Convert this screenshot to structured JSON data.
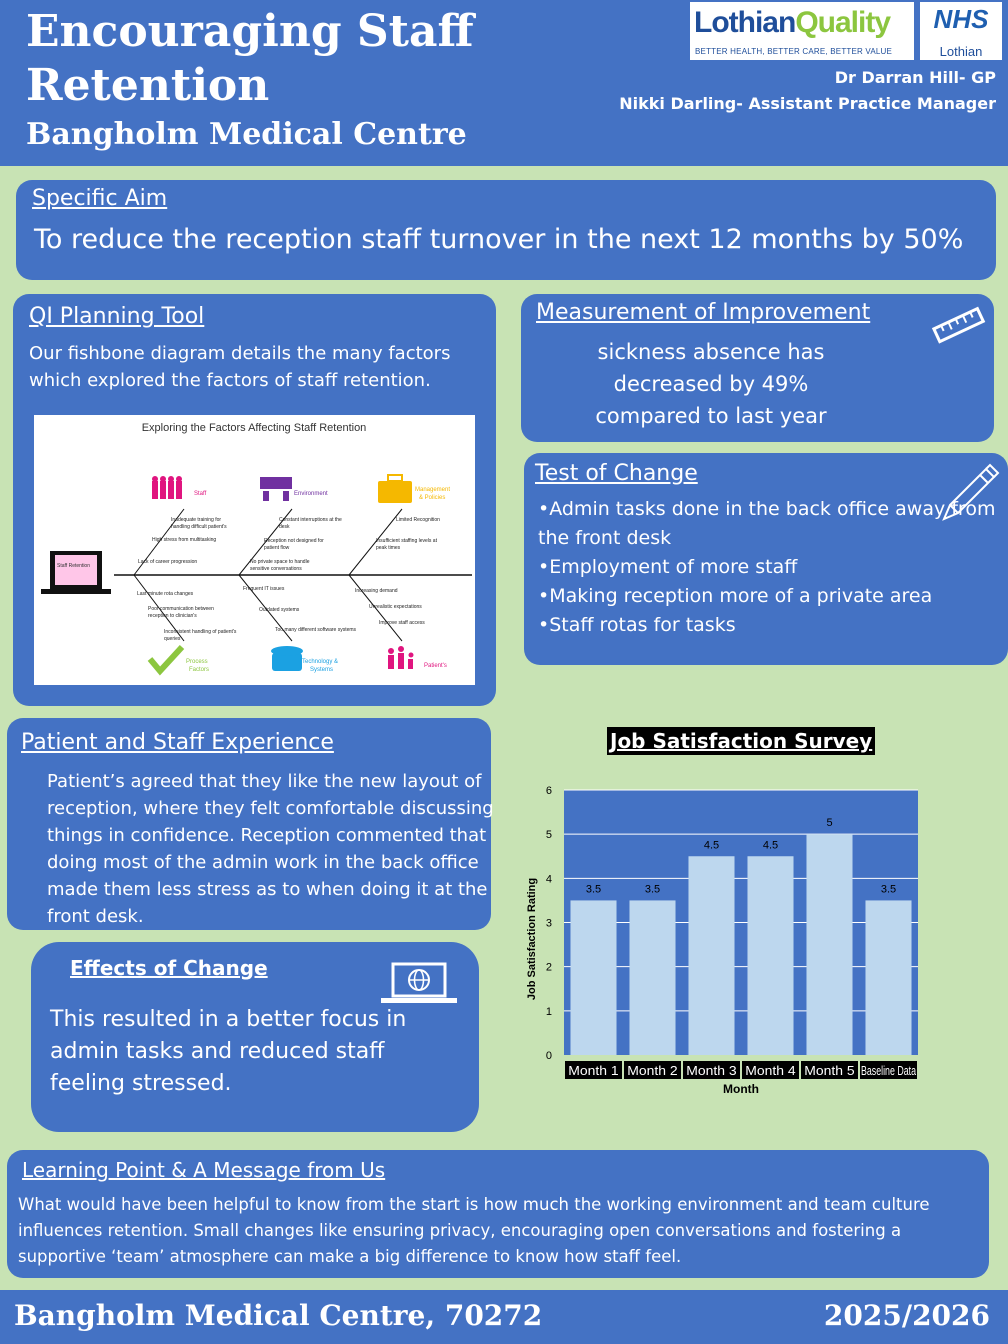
{
  "header": {
    "title_line1": "Encouraging Staff",
    "title_line2": "Retention",
    "subtitle": "Bangholm Medical Centre",
    "logo_part1": "Lothian",
    "logo_part2": "Quality",
    "logo_tagline": "BETTER HEALTH, BETTER CARE, BETTER VALUE",
    "nhs": "NHS",
    "nhs_region": "Lothian",
    "author1": "Dr Darran Hill- GP",
    "author2": "Nikki Darling- Assistant Practice Manager"
  },
  "aim": {
    "heading": "Specific Aim",
    "text": "To reduce the reception staff turnover in the next 12 months by 50%"
  },
  "qi": {
    "heading": "QI Planning Tool",
    "text": "Our fishbone diagram details the many factors which  explored the factors of staff retention.",
    "diagram": {
      "title": "Exploring the Factors Affecting Staff Retention",
      "head": "Staff Retention",
      "cat_staff": "Staff",
      "cat_env": "Environment",
      "cat_mgmt1": "Management",
      "cat_mgmt2": "& Policies",
      "cat_proc1": "Process",
      "cat_proc2": "Factors",
      "cat_tech1": "Technology &",
      "cat_tech2": "Systems",
      "cat_patients": "Patient's",
      "staff_1a": "Inadequate training for",
      "staff_1b": "handling difficult patient's",
      "staff_2": "High stress from multitasking",
      "staff_3": "Lack of career progression",
      "env_1a": "Constant interruptions at the",
      "env_1b": "desk",
      "env_2a": "Reception not designed for",
      "env_2b": "patient flow",
      "env_3a": "No private space to handle",
      "env_3b": "sensitive conversations",
      "mgmt_1": "Limited Recognition",
      "mgmt_2a": "Insufficient staffing levels at",
      "mgmt_2b": "peak times",
      "proc_1": "Last minute rota changes",
      "proc_2a": "Poor communication between",
      "proc_2b": "reception to clinician's",
      "proc_3a": "Inconsistent handling of patient's",
      "proc_3b": "queries",
      "tech_1": "Frequent IT issues",
      "tech_2": "Outdated systems",
      "tech_3": "Too many different software systems",
      "pat_1": "Increasing demand",
      "pat_2": "Unrealistic expectations",
      "pat_3": "Improve staff access"
    }
  },
  "measurement": {
    "heading": "Measurement of Improvement",
    "line1": "sickness absence has",
    "line2": "decreased by 49%",
    "line3": "compared to last year"
  },
  "test": {
    "heading": "Test of Change",
    "items": [
      "•Admin tasks done in the back office away from the front desk",
      "•Employment of more staff",
      "•Making reception more of a private area",
      "•Staff rotas for tasks"
    ]
  },
  "experience": {
    "heading": "Patient and Staff Experience",
    "text": "Patient’s agreed that they like the new layout of reception, where they felt comfortable discussing things in confidence. Reception commented that doing most of the admin work in the back office made them less stress as to when doing it at the front desk."
  },
  "effects": {
    "heading": "Effects of Change",
    "text": "This resulted in a better focus in admin tasks and reduced staff feeling stressed."
  },
  "chart_data": {
    "type": "bar",
    "title": "Job Satisfaction Survey",
    "categories": [
      "Month 1",
      "Month 2",
      "Month 3",
      "Month 4",
      "Month 5",
      "Baseline Data"
    ],
    "values": [
      3.5,
      3.5,
      4.5,
      4.5,
      5,
      3.5
    ],
    "xlabel": "Month",
    "ylabel": "Job Satisfaction Rating",
    "ylim": [
      0,
      6
    ],
    "yticks": [
      0,
      1,
      2,
      3,
      4,
      5,
      6
    ],
    "grid": true,
    "bar_color": "#bdd7ee",
    "plot_bg": "#4472c4"
  },
  "learning": {
    "heading": "Learning Point & A Message from Us",
    "text": "What would have been helpful to know from the start is how much the working environment and team culture influences retention. Small changes like ensuring privacy, encouraging open conversations and fostering a supportive ‘team’ atmosphere can make a big  difference to know how staff feel."
  },
  "footer": {
    "left": "Bangholm Medical Centre, 70272",
    "right": "2025/2026"
  },
  "colors": {
    "panel": "#4472c4",
    "background": "#c8e3b4"
  }
}
